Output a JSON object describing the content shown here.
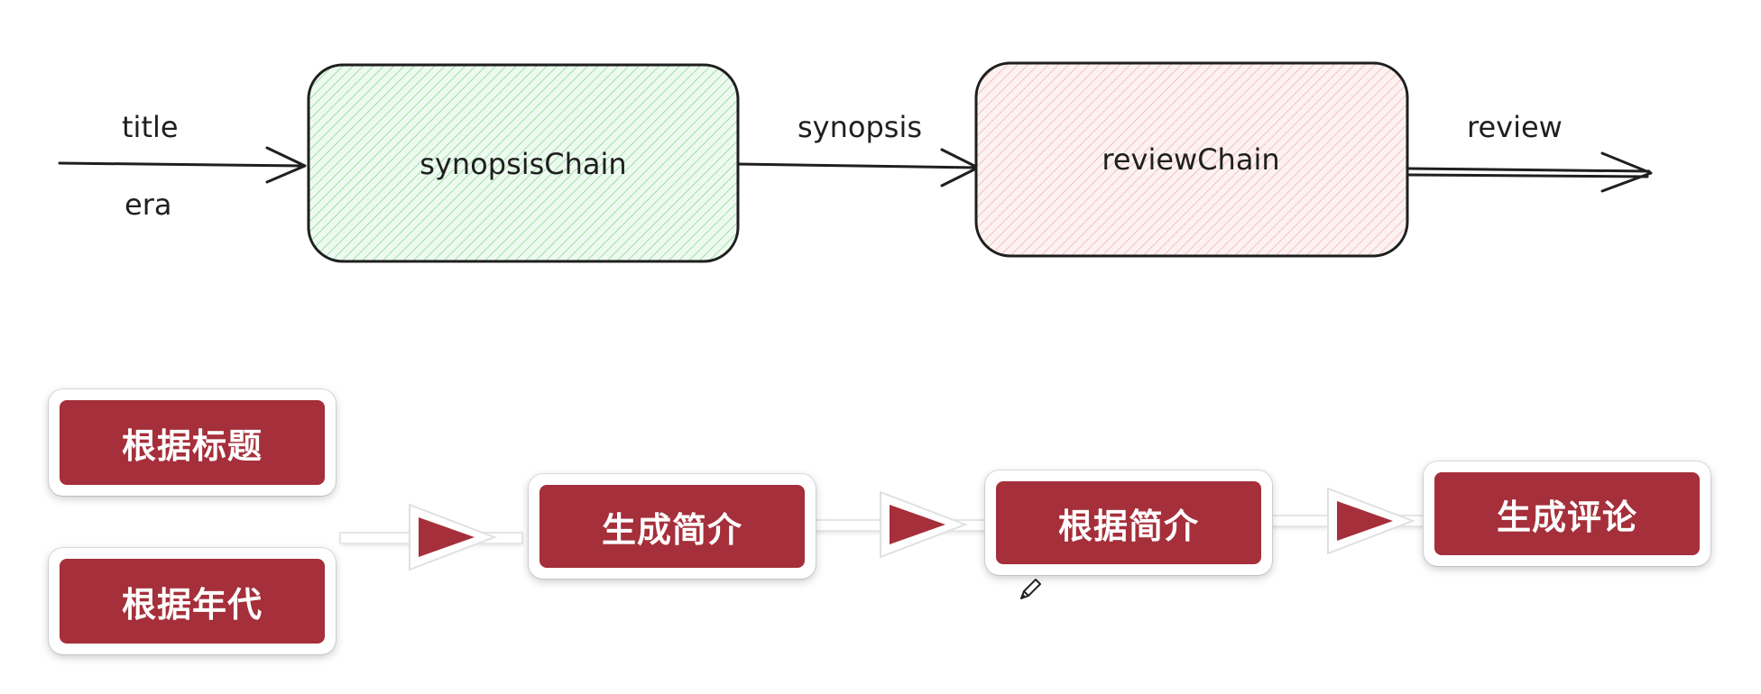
{
  "top_diagram": {
    "inputs": [
      "title",
      "era"
    ],
    "box1": {
      "label": "synopsisChain",
      "fill": "#d8f4dc"
    },
    "edge_middle": "synopsis",
    "box2": {
      "label": "reviewChain",
      "fill": "#fbe3e3"
    },
    "output": "review"
  },
  "bottom_flow": {
    "input_cards": [
      "根据标题",
      "根据年代"
    ],
    "steps": [
      "生成简介",
      "根据简介",
      "生成评论"
    ],
    "card_color": "#a52f3a",
    "arrow_color": "#a52f3a"
  },
  "icons": [
    "pencil-cursor-icon"
  ]
}
